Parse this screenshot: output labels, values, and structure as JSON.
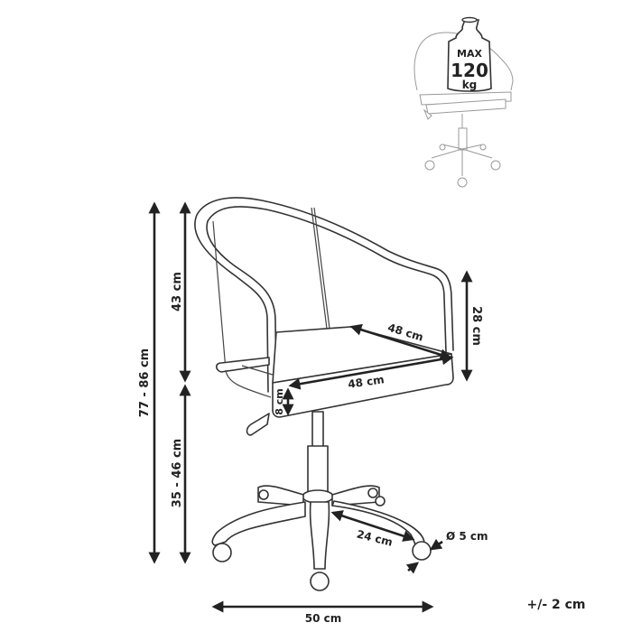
{
  "diagram": {
    "type": "product-dimension-drawing",
    "subject": "office chair",
    "badge": {
      "line1": "MAX",
      "line2": "120",
      "line3": "kg"
    },
    "dimensions": {
      "total_height": "77 - 86 cm",
      "backrest_height": "43 cm",
      "seat_height": "35 - 46 cm",
      "armrest_height": "28 cm",
      "seat_depth": "48 cm",
      "seat_width": "48 cm",
      "seat_thickness": "8 cm",
      "leg_length": "24 cm",
      "wheel_diameter": "Ø 5 cm",
      "base_width": "50 cm"
    },
    "tolerance": "+/- 2 cm",
    "colors": {
      "line": "#333333",
      "arrow": "#222222",
      "thumbnail": "#9a9a9a",
      "background": "#ffffff"
    }
  }
}
